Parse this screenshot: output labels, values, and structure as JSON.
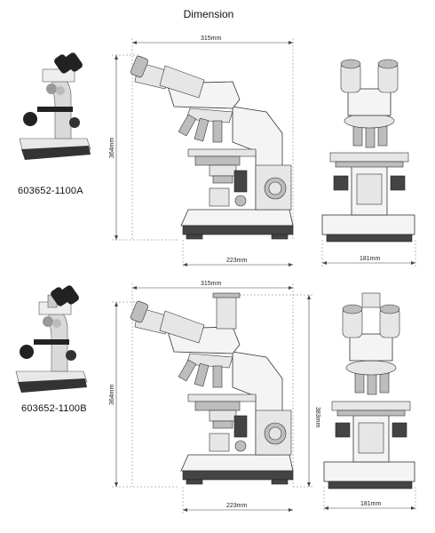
{
  "title": "Dimension",
  "models": [
    {
      "code": "603652-1100A",
      "dims": {
        "width": "315mm",
        "height": "364mm",
        "base_depth": "223mm",
        "front_width": "181mm"
      }
    },
    {
      "code": "603652-1100B",
      "dims": {
        "width": "315mm",
        "height": "364mm",
        "height_total": "383mm",
        "base_depth": "223mm",
        "front_width": "181mm"
      }
    }
  ]
}
